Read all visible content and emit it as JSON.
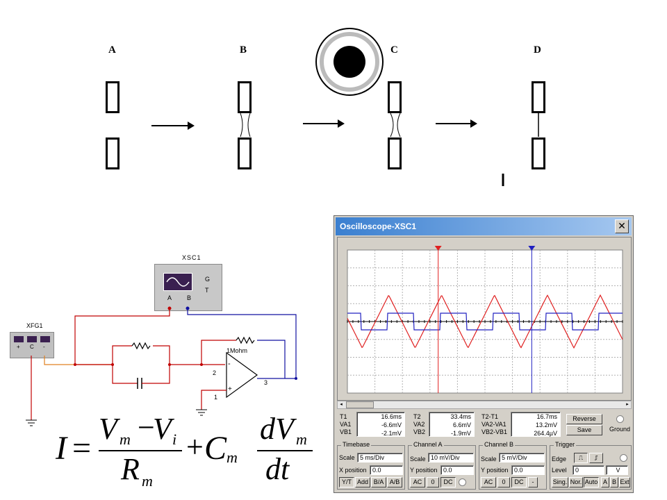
{
  "stages": [
    {
      "label": "A"
    },
    {
      "label": "B"
    },
    {
      "label": "C"
    },
    {
      "label": "D"
    }
  ],
  "schematic": {
    "scope_name": "XSC1",
    "scope_g": "G",
    "scope_t": "T",
    "scope_a": "A",
    "scope_b": "B",
    "fg_name": "XFG1",
    "fg_plus": "+",
    "fg_com": "C",
    "fg_minus": "-",
    "feedback_resistor": "1Mohm",
    "opamp_minus": "-",
    "opamp_plus": "+",
    "pin2": "2",
    "pin1": "1",
    "pin3": "3"
  },
  "equation": {
    "lhs": "I",
    "eq": "=",
    "num1_a": "V",
    "num1_a_sub": "m",
    "num1_minus": "−",
    "num1_b": "V",
    "num1_b_sub": "i",
    "den1": "R",
    "den1_sub": "m",
    "plus": "+",
    "c": "C",
    "c_sub": "m",
    "num2": "dV",
    "num2_sub": "m",
    "den2": "dt"
  },
  "oscilloscope": {
    "title": "Oscilloscope-XSC1",
    "close": "✕",
    "colors": {
      "channel_a": "#e02020",
      "channel_b": "#2020c0",
      "cursor1": "#e02020",
      "cursor2": "#2020c0"
    },
    "readout": {
      "t1_label": "T1",
      "t1": "16.6ms",
      "va1_label": "VA1",
      "va1": "-6.6mV",
      "vb1_label": "VB1",
      "vb1": "-2.1mV",
      "t2_label": "T2",
      "t2": "33.4ms",
      "va2_label": "VA2",
      "va2": "6.6mV",
      "vb2_label": "VB2",
      "vb2": "-1.9mV",
      "dt_label": "T2-T1",
      "dt": "16.7ms",
      "dva_label": "VA2-VA1",
      "dva": "13.2mV",
      "dvb_label": "VB2-VB1",
      "dvb": "264.4µV"
    },
    "reverse": "Reverse",
    "save": "Save",
    "ground": "Ground",
    "timebase": {
      "title": "Timebase",
      "scale_label": "Scale",
      "scale": "5 ms/Div",
      "xpos_label": "X position",
      "xpos": "0.0",
      "yt": "Y/T",
      "add": "Add",
      "ba": "B/A",
      "ab": "A/B"
    },
    "channel_a": {
      "title": "Channel A",
      "scale_label": "Scale",
      "scale": "10 mV/Div",
      "ypos_label": "Y position",
      "ypos": "0.0",
      "ac": "AC",
      "zero": "0",
      "dc": "DC"
    },
    "channel_b": {
      "title": "Channel B",
      "scale_label": "Scale",
      "scale": "5 mV/Div",
      "ypos_label": "Y position",
      "ypos": "0.0",
      "ac": "AC",
      "zero": "0",
      "dc": "DC",
      "minus": "-"
    },
    "trigger": {
      "title": "Trigger",
      "edge_label": "Edge",
      "level_label": "Level",
      "level": "0",
      "unit": "V",
      "sing": "Sing.",
      "nor": "Nor.",
      "auto": "Auto",
      "a": "A",
      "b": "B",
      "ext": "Ext"
    }
  }
}
